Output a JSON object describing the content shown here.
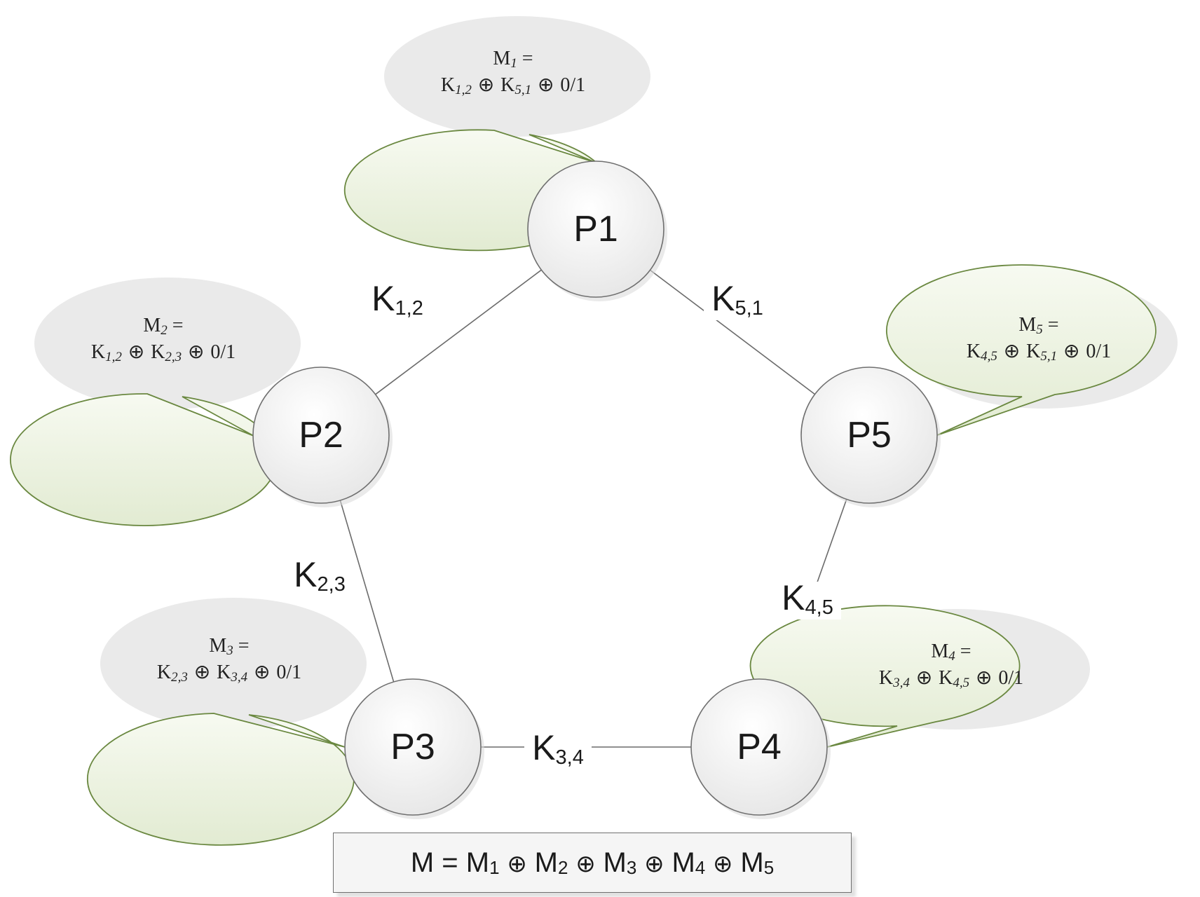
{
  "diagram": {
    "nodes": [
      {
        "id": "P1",
        "label": "P1"
      },
      {
        "id": "P2",
        "label": "P2"
      },
      {
        "id": "P3",
        "label": "P3"
      },
      {
        "id": "P4",
        "label": "P4"
      },
      {
        "id": "P5",
        "label": "P5"
      }
    ],
    "edges": [
      {
        "from": "P1",
        "to": "P2",
        "label": "K",
        "sub": "1,2"
      },
      {
        "from": "P2",
        "to": "P3",
        "label": "K",
        "sub": "2,3"
      },
      {
        "from": "P3",
        "to": "P4",
        "label": "K",
        "sub": "3,4"
      },
      {
        "from": "P4",
        "to": "P5",
        "label": "K",
        "sub": "4,5"
      },
      {
        "from": "P5",
        "to": "P1",
        "label": "K",
        "sub": "5,1"
      }
    ],
    "callouts": [
      {
        "node": "P1",
        "title": "M",
        "title_sub": "1",
        "title_suffix": " =",
        "terms": [
          {
            "base": "K",
            "sub": "1,2"
          },
          {
            "base": "K",
            "sub": "5,1"
          }
        ],
        "tail": "0/1",
        "operator": "⊕"
      },
      {
        "node": "P2",
        "title": "M",
        "title_sub": "2",
        "title_suffix": " =",
        "terms": [
          {
            "base": "K",
            "sub": "1,2"
          },
          {
            "base": "K",
            "sub": "2,3"
          }
        ],
        "tail": "0/1",
        "operator": "⊕"
      },
      {
        "node": "P3",
        "title": "M",
        "title_sub": "3",
        "title_suffix": " =",
        "terms": [
          {
            "base": "K",
            "sub": "2,3"
          },
          {
            "base": "K",
            "sub": "3,4"
          }
        ],
        "tail": "0/1",
        "operator": "⊕"
      },
      {
        "node": "P4",
        "title": "M",
        "title_sub": "4",
        "title_suffix": " =",
        "terms": [
          {
            "base": "K",
            "sub": "3,4"
          },
          {
            "base": "K",
            "sub": "4,5"
          }
        ],
        "tail": "0/1",
        "operator": "⊕"
      },
      {
        "node": "P5",
        "title": "M",
        "title_sub": "5",
        "title_suffix": " =",
        "terms": [
          {
            "base": "K",
            "sub": "4,5"
          },
          {
            "base": "K",
            "sub": "5,1"
          }
        ],
        "tail": "0/1",
        "operator": "⊕"
      }
    ],
    "formula": {
      "lhs": "M",
      "equals": "=",
      "operator": "⊕",
      "terms": [
        {
          "base": "M",
          "sub": "1"
        },
        {
          "base": "M",
          "sub": "2"
        },
        {
          "base": "M",
          "sub": "3"
        },
        {
          "base": "M",
          "sub": "4"
        },
        {
          "base": "M",
          "sub": "5"
        }
      ]
    },
    "colors": {
      "node_fill_top": "#ffffff",
      "node_fill_bottom": "#e4e4e4",
      "node_stroke": "#6f6f6f",
      "bubble_fill_top": "#f7faf1",
      "bubble_fill_bottom": "#e2ebd2",
      "bubble_stroke": "#6a8840",
      "edge": "#6b6b6b"
    }
  }
}
